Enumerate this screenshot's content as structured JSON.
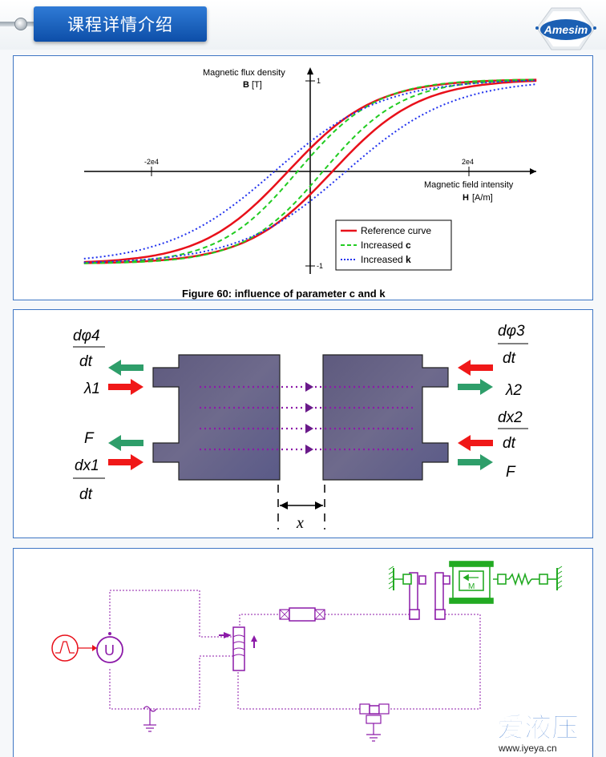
{
  "header": {
    "title": "课程详情介绍",
    "logo_text": "Amesim"
  },
  "hysteresis": {
    "y_axis_label": "Magnetic flux density",
    "y_axis_symbol": "B",
    "y_axis_unit": "[T]",
    "x_axis_label": "Magnetic field intensity",
    "x_axis_symbol": "H",
    "x_axis_unit": "[A/m]",
    "tick_x_neg": "-2e4",
    "tick_x_pos": "2e4",
    "tick_y_pos": "1",
    "tick_y_neg": "-1",
    "legend": [
      {
        "prefix": "Reference curve",
        "bold": "",
        "color": "#e8101a",
        "style": "solid"
      },
      {
        "prefix": "Increased ",
        "bold": "c",
        "color": "#22cc22",
        "style": "dashed"
      },
      {
        "prefix": "Increased ",
        "bold": "k",
        "color": "#2233ee",
        "style": "dotted"
      }
    ],
    "caption": "Figure 60: influence of parameter c and k"
  },
  "magnet": {
    "left_labels": {
      "dphi4_num": "dφ4",
      "dt": "dt",
      "lambda1": "λ1",
      "force": "F",
      "dx1_num": "dx1"
    },
    "right_labels": {
      "dphi3_num": "dφ3",
      "dt": "dt",
      "lambda2": "λ2",
      "dx2_num": "dx2",
      "force": "F"
    },
    "gap_label": "x",
    "colors": {
      "arrow_green": "#2e9e6a",
      "arrow_red": "#f01818",
      "flux": "#8c1aa8"
    }
  },
  "schematic": {
    "motor_label": "M",
    "source_label": "U"
  },
  "watermark": {
    "brand": "爱液压",
    "url": "www.iyeya.cn"
  }
}
